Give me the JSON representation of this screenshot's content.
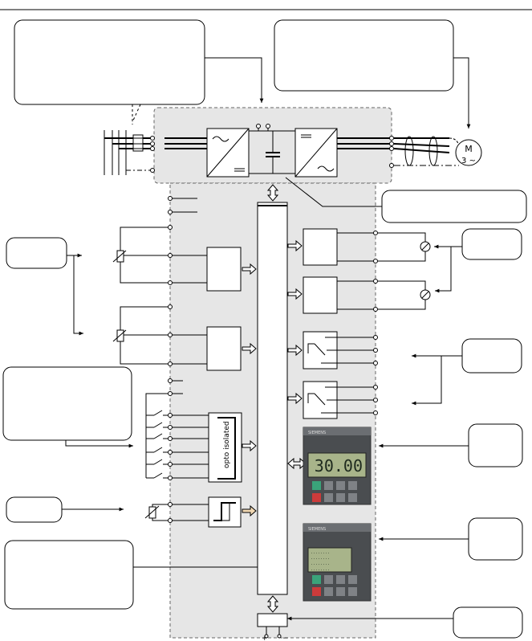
{
  "motor": {
    "label": "M",
    "phase": "3 ~"
  },
  "panel_bop": {
    "brand": "SIEMENS",
    "display": "30.00",
    "icons": [
      "run-icon",
      "stop-icon",
      "up-icon",
      "down-icon"
    ]
  },
  "panel_aop": {
    "brand": "SIEMENS",
    "display_lines": [
      "........",
      "........",
      "........",
      "........"
    ],
    "icons": [
      "run-icon",
      "stop-icon",
      "up-icon",
      "down-icon"
    ]
  },
  "digital_input_module": {
    "label": "opto isolated"
  },
  "supply_terminal": {
    "plus": "+",
    "minus": "−"
  },
  "colors": {
    "module_fill": "#e6e6e6",
    "module_border": "#666666",
    "line": "#000000",
    "panel_body": "#4a4d50",
    "lcd_green": "#a8b48a"
  }
}
